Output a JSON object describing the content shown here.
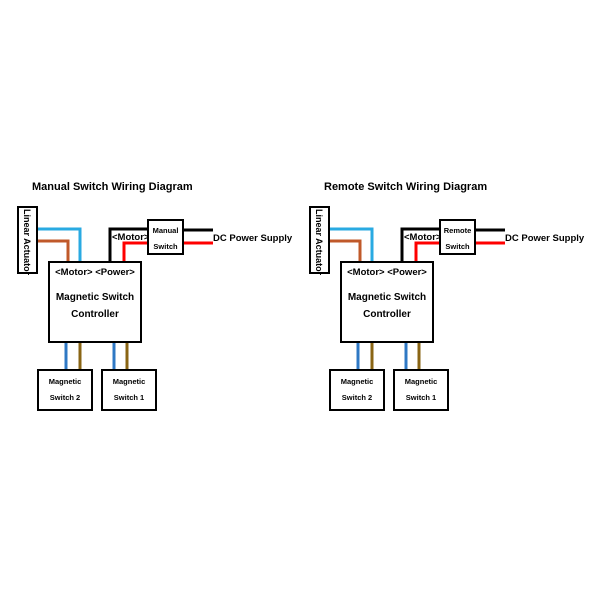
{
  "colors": {
    "blue_wire": "#29aae2",
    "orange_wire": "#c0592a",
    "black_wire": "#000000",
    "red_wire": "#ff0000",
    "switch_blue_wire": "#2f78c4",
    "switch_brown_wire": "#8a6514"
  },
  "diagrams": [
    {
      "title": "Manual Switch Wiring Diagram",
      "actuator_label": "Linear Actuator",
      "controller_ports": "<Motor> <Power>",
      "controller_line1": "Magnetic Switch",
      "controller_line2": "Controller",
      "motor_label": "<Motor>",
      "switch_line1": "Manual",
      "switch_line2": "Switch",
      "power_label": "DC Power Supply",
      "mag_switch_2": [
        "Magnetic",
        "Switch 2"
      ],
      "mag_switch_1": [
        "Magnetic",
        "Switch 1"
      ]
    },
    {
      "title": "Remote Switch Wiring Diagram",
      "actuator_label": "Linear Actuator",
      "controller_ports": "<Motor> <Power>",
      "controller_line1": "Magnetic Switch",
      "controller_line2": "Controller",
      "motor_label": "<Motor>",
      "switch_line1": "Remote",
      "switch_line2": "Switch",
      "power_label": "DC Power Supply",
      "mag_switch_2": [
        "Magnetic",
        "Switch 2"
      ],
      "mag_switch_1": [
        "Magnetic",
        "Switch 1"
      ]
    }
  ]
}
